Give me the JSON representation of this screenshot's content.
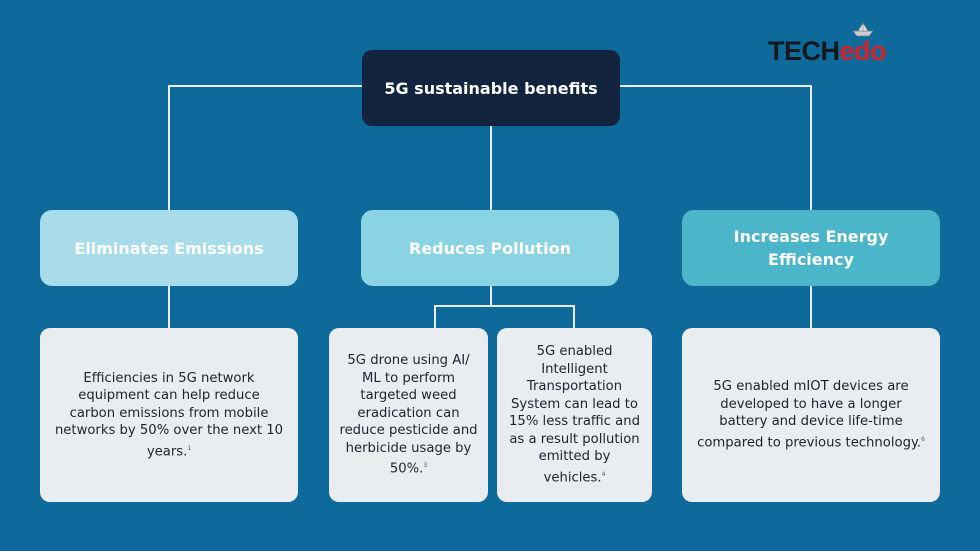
{
  "logo": {
    "part_dark": "TECH",
    "part_red": "edo",
    "icon": "paper-boat-icon",
    "dark_color": "#14191f",
    "red_color": "#d2232a"
  },
  "root": {
    "label": "5G sustainable benefits"
  },
  "categories": [
    {
      "label": "Eliminates Emissions"
    },
    {
      "label": "Reduces Pollution"
    },
    {
      "label": "Increases Energy Efficiency"
    }
  ],
  "leaves": [
    {
      "text": "Efficiencies in 5G network equipment can help reduce carbon emissions from mobile networks by 50% over the next 10 years.",
      "ref": "1"
    },
    {
      "text": "5G drone using AI/ ML to perform targeted weed eradication can reduce pesticide and herbicide usage by 50%.",
      "ref": "3"
    },
    {
      "text": "5G enabled Intelligent Transportation System can lead to 15% less traffic and as a result pollution emitted by vehicles.",
      "ref": "4"
    },
    {
      "text": "5G enabled mIOT devices are developed to have a longer battery and device life-time compared to previous technology.",
      "ref": "6"
    }
  ],
  "colors": {
    "background": "#0e6a9a",
    "root": "#13243f",
    "category_1": "#a8dcea",
    "category_2": "#8ad3e3",
    "category_3": "#4bb5c9",
    "leaf": "#e9edf0",
    "connector": "#e8eef2"
  }
}
